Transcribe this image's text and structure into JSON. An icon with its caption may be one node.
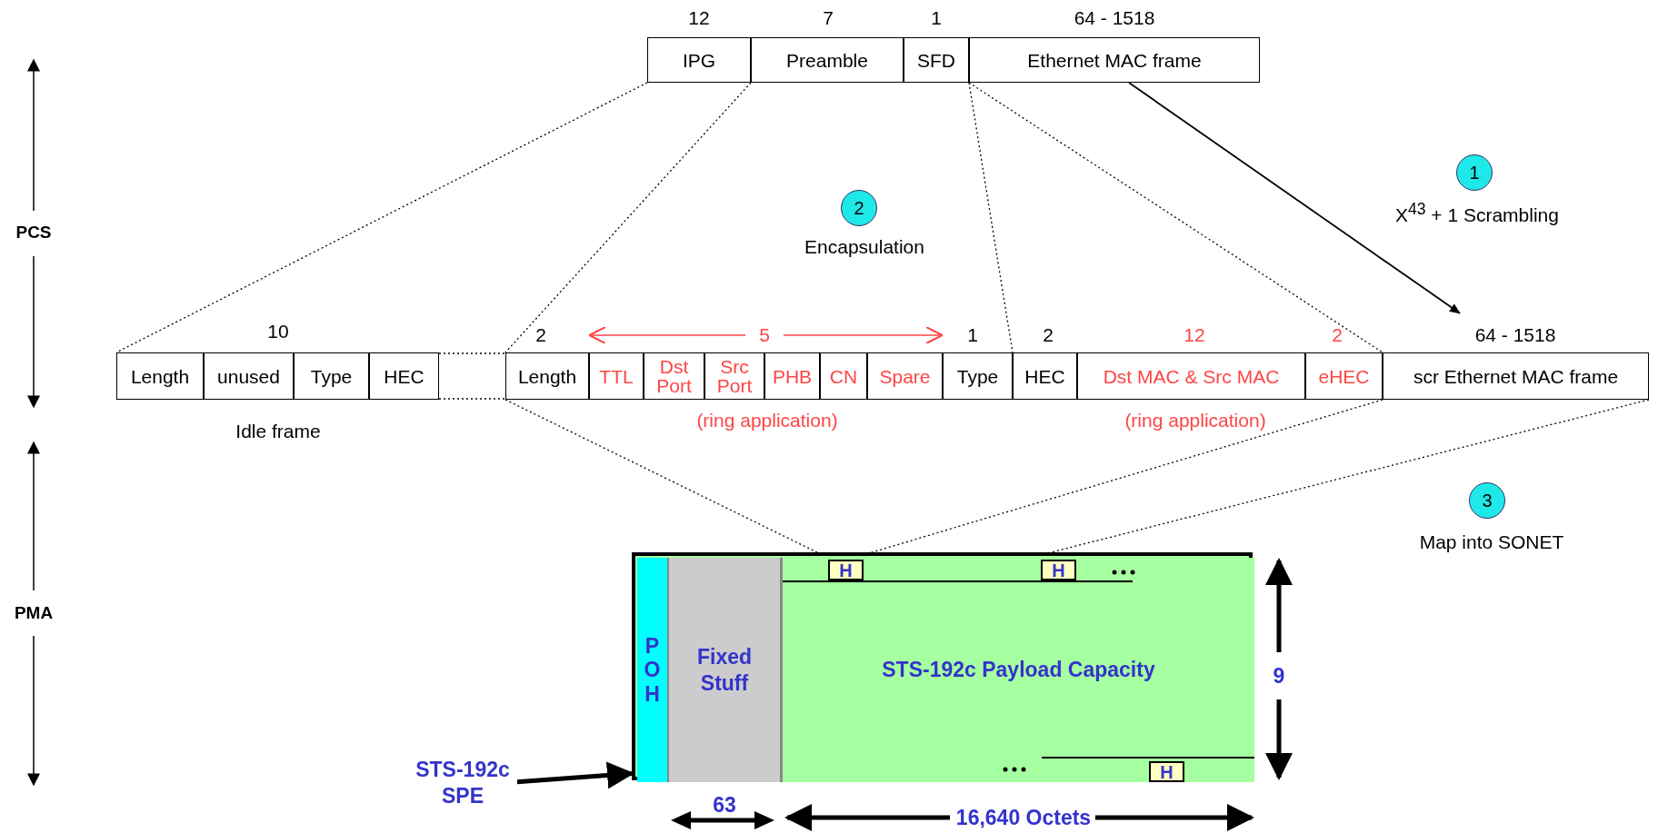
{
  "diagram": {
    "nodes": [
      {
        "text": [
          "IPG"
        ]
      },
      {
        "text": [
          "Preamble"
        ]
      },
      {
        "text": [
          "SFD"
        ]
      },
      {
        "text": [
          "Ethernet MAC frame"
        ]
      },
      {
        "text": [
          "1"
        ]
      },
      {
        "text": [
          "2"
        ]
      },
      {
        "text": [
          "Length"
        ]
      },
      {
        "text": [
          "unused"
        ]
      },
      {
        "text": [
          "Type"
        ]
      },
      {
        "text": [
          "HEC"
        ]
      },
      {
        "text": [
          "Length"
        ]
      },
      {
        "text": [
          "TTL"
        ]
      },
      {
        "text": [
          "Dst Port"
        ]
      },
      {
        "text": [
          "Src Port"
        ]
      },
      {
        "text": [
          "PHB"
        ]
      },
      {
        "text": [
          "CN"
        ]
      },
      {
        "text": [
          "Spare"
        ]
      },
      {
        "text": [
          "Type"
        ]
      },
      {
        "text": [
          "HEC"
        ]
      },
      {
        "text": [
          "Dst MAC & Src MAC"
        ]
      },
      {
        "text": [
          "eHEC"
        ]
      },
      {
        "text": [
          "scr Ethernet MAC frame"
        ]
      },
      {
        "text": [
          "3"
        ]
      },
      {
        "text": [],
        "shape": "box"
      },
      {
        "text": [
          "POH"
        ],
        "in": 23
      },
      {
        "text": [
          "Fixed Stuff"
        ],
        "in": 23
      },
      {
        "text": [
          "STS-192c Payload Capacity"
        ],
        "in": 23
      },
      {
        "text": [
          "H"
        ],
        "in": 26
      },
      {
        "text": [
          "H"
        ],
        "in": 26
      },
      {
        "text": [
          "H"
        ],
        "in": 26
      },
      {
        "text": [
          "STS-192c SPE"
        ]
      }
    ],
    "edges": [
      {
        "from": 0,
        "to": 6,
        "arrow": "none",
        "style": "dashed"
      },
      {
        "from": 1,
        "to": 10,
        "arrow": "none",
        "style": "dashed"
      },
      {
        "from": 2,
        "to": 18,
        "arrow": "none",
        "style": "dashed"
      },
      {
        "from": 2,
        "to": 20,
        "arrow": "none",
        "style": "dashed"
      },
      {
        "from": 3,
        "to": 21,
        "arrow": "to"
      },
      {
        "from": 10,
        "to": 27,
        "arrow": "none",
        "style": "dashed"
      },
      {
        "from": 20,
        "to": 27,
        "arrow": "none",
        "style": "dashed"
      },
      {
        "from": 21,
        "to": 28,
        "arrow": "none",
        "style": "dashed"
      },
      {
        "from": 30,
        "to": 23,
        "arrow": "to",
        "style": "thick"
      }
    ],
    "labels": [
      "12",
      "7",
      "1",
      "64 - 1518",
      "X$^{43}$ + 1 Scrambling",
      "PCS",
      "Encapsulation",
      "10",
      "2",
      "5",
      "1",
      "2",
      "12",
      "2",
      "64 - 1518",
      "(ring application)",
      "(ring application)",
      "Idle frame",
      "Map into SONET",
      "PMA",
      "9",
      "63",
      "16,640 Octets"
    ]
  }
}
